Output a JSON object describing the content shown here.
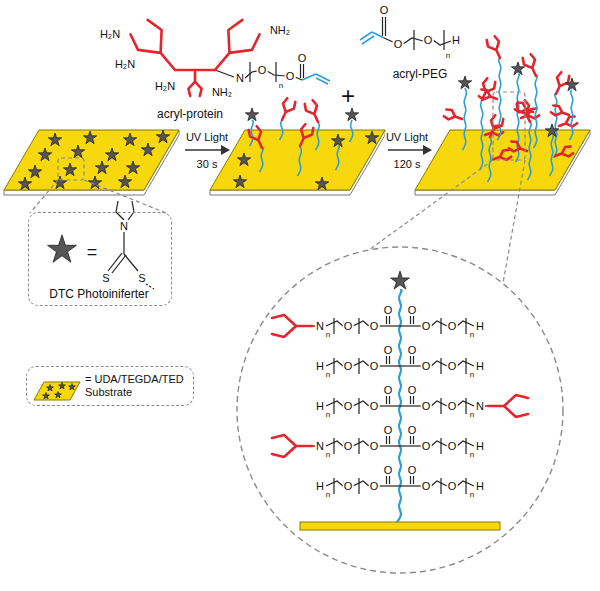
{
  "diagram": {
    "nodes": [
      {
        "text": [
          "DTC Photoiniferter"
        ]
      },
      {
        "text": [
          "= UDA/TEGDA/TED Substrate"
        ]
      }
    ],
    "labels": [
      "H₂N",
      "NH₂",
      "H₂N",
      "N",
      "O",
      "n",
      "O",
      "O",
      "H₂N",
      "NH₂",
      "acryl-protein",
      "+",
      "O",
      "O",
      "O",
      "n",
      "H",
      "acryl-PEG",
      "UV Light",
      "30 s",
      "UV Light",
      "120 s",
      "=",
      "N",
      "S",
      "S",
      "O",
      "O",
      "O",
      "n",
      "N",
      "O",
      "O",
      "O",
      "n",
      "H",
      "O",
      "O",
      "O",
      "n",
      "H",
      "O",
      "O",
      "O",
      "n",
      "H",
      "O",
      "O",
      "O",
      "n",
      "H",
      "O",
      "O",
      "O",
      "n",
      "N",
      "O",
      "O",
      "O",
      "n",
      "N",
      "O",
      "O",
      "O",
      "n",
      "H",
      "O",
      "O",
      "O",
      "n",
      "H",
      "O",
      "O",
      "O",
      "n",
      "H"
    ]
  }
}
